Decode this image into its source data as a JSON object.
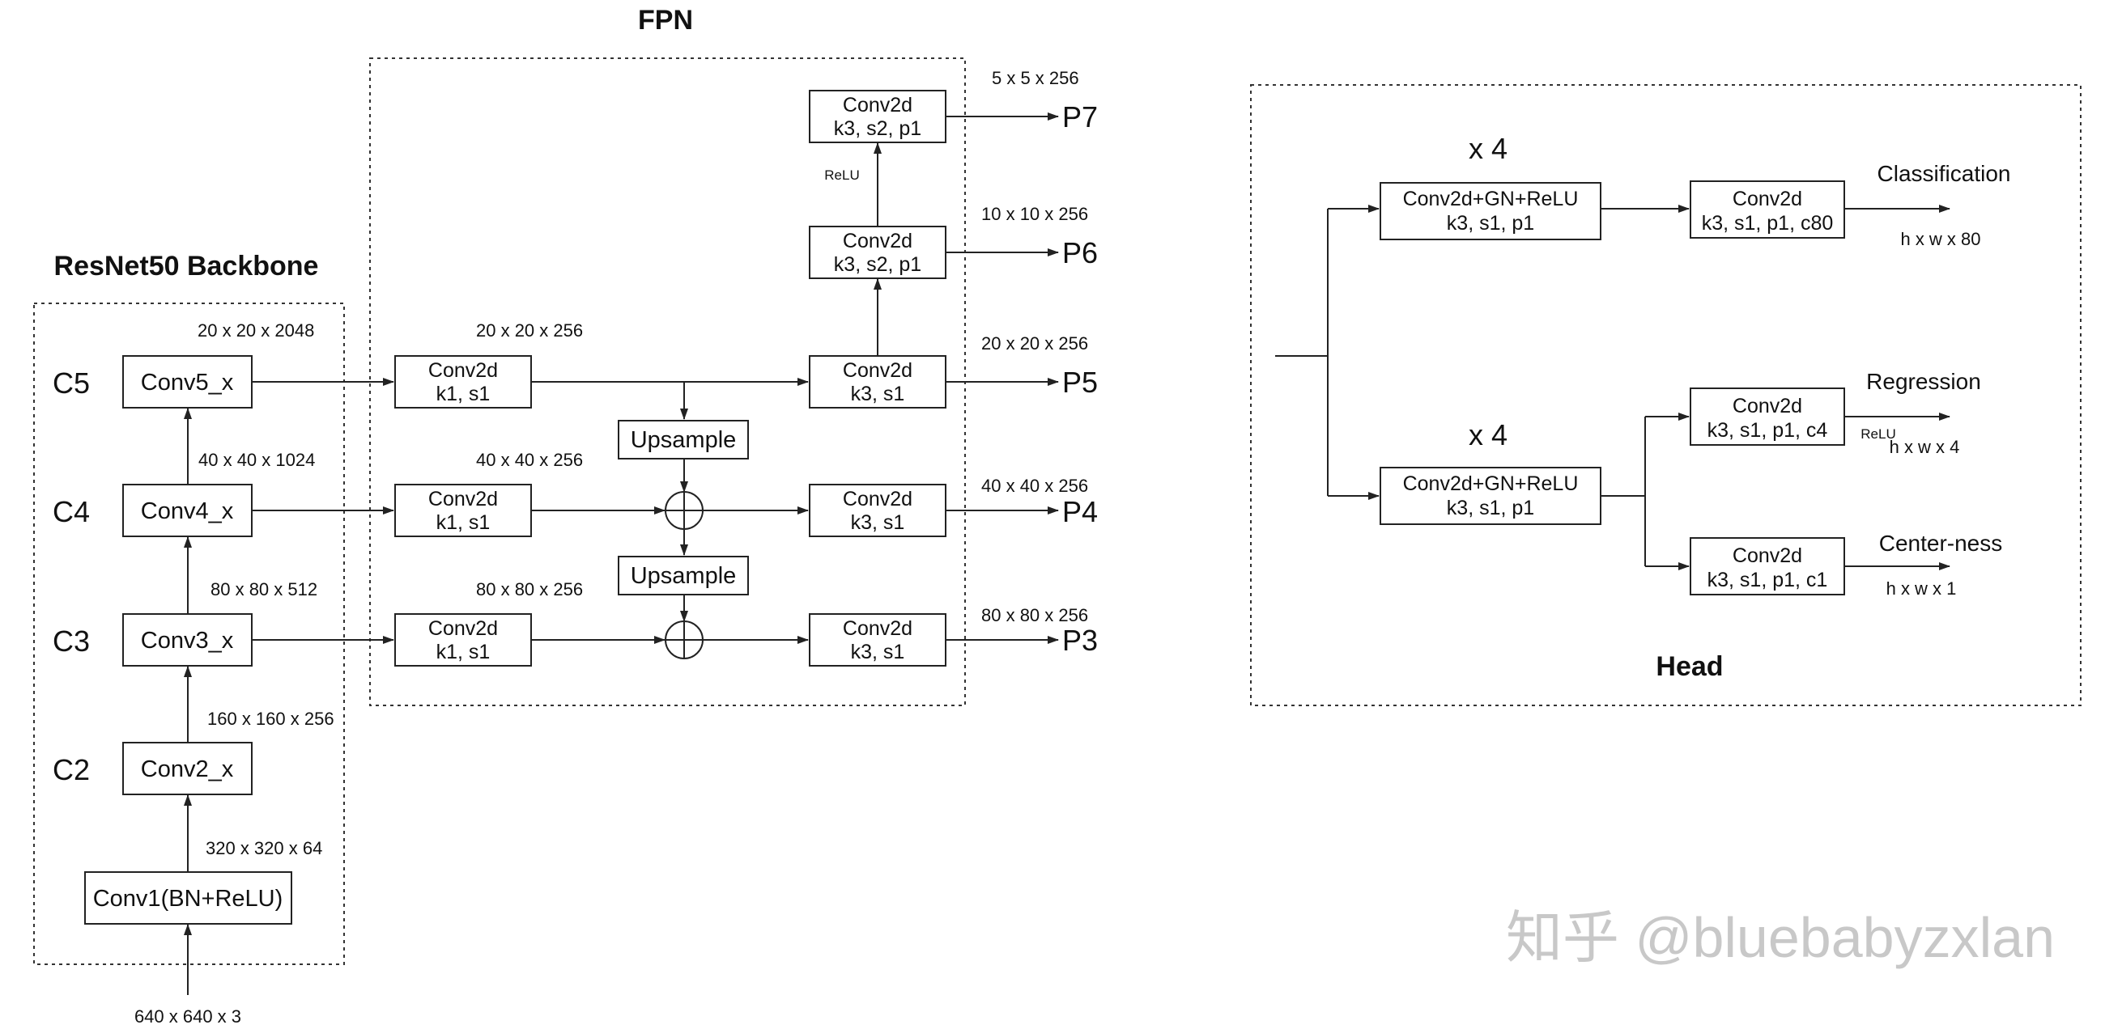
{
  "titles": {
    "fpn": "FPN",
    "backbone": "ResNet50 Backbone",
    "head": "Head"
  },
  "backbone": {
    "input_dim": "640 x 640 x 3",
    "conv1": "Conv1(BN+ReLU)",
    "conv1_out": "320 x 320 x 64",
    "stages": [
      {
        "level": "C2",
        "label": "Conv2_x",
        "out": "160 x 160 x 256"
      },
      {
        "level": "C3",
        "label": "Conv3_x",
        "out": "80 x 80 x 512"
      },
      {
        "level": "C4",
        "label": "Conv4_x",
        "out": "40 x 40 x 1024"
      },
      {
        "level": "C5",
        "label": "Conv5_x",
        "out": "20 x 20 x 2048"
      }
    ]
  },
  "fpn": {
    "lateral": [
      {
        "line1": "Conv2d",
        "line2": "k1, s1",
        "out": "20 x 20 x 256"
      },
      {
        "line1": "Conv2d",
        "line2": "k1, s1",
        "out": "40 x 40 x 256"
      },
      {
        "line1": "Conv2d",
        "line2": "k1, s1",
        "out": "80 x 80 x 256"
      }
    ],
    "upsample": "Upsample",
    "smooth": [
      {
        "line1": "Conv2d",
        "line2": "k3, s1",
        "level": "P5",
        "out": "20 x 20 x 256"
      },
      {
        "line1": "Conv2d",
        "line2": "k3, s1",
        "level": "P4",
        "out": "40 x 40 x 256"
      },
      {
        "line1": "Conv2d",
        "line2": "k3, s1",
        "level": "P3",
        "out": "80 x 80 x 256"
      }
    ],
    "p6": {
      "line1": "Conv2d",
      "line2": "k3, s2, p1",
      "level": "P6",
      "out": "10 x 10 x 256"
    },
    "p7": {
      "line1": "Conv2d",
      "line2": "k3, s2, p1",
      "level": "P7",
      "out": "5 x 5 x 256"
    },
    "relu": "ReLU"
  },
  "head": {
    "cls_repeat": "x 4",
    "reg_repeat": "x 4",
    "tower": {
      "line1": "Conv2d+GN+ReLU",
      "line2": "k3, s1, p1"
    },
    "cls": {
      "line1": "Conv2d",
      "line2": "k3, s1, p1, c80",
      "name": "Classification",
      "dim": "h x w x 80"
    },
    "reg": {
      "line1": "Conv2d",
      "line2": "k3, s1, p1, c4",
      "name": "Regression",
      "dim": "h x w x 4",
      "relu": "ReLU"
    },
    "ctr": {
      "line1": "Conv2d",
      "line2": "k3, s1, p1, c1",
      "name": "Center-ness",
      "dim": "h x w x 1"
    }
  },
  "watermark": "知乎 @bluebabyzxlan"
}
